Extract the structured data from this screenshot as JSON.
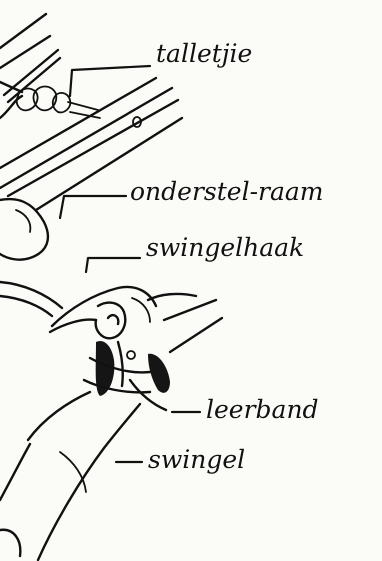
{
  "labels": {
    "talletjie": "talletjie",
    "onderstel_raam": "onderstel-raam",
    "swingelhaak": "swingelhaak",
    "leerband": "leerband",
    "swingel": "swingel"
  },
  "colors": {
    "paper": "#fbfbf8",
    "ink": "#111111"
  }
}
